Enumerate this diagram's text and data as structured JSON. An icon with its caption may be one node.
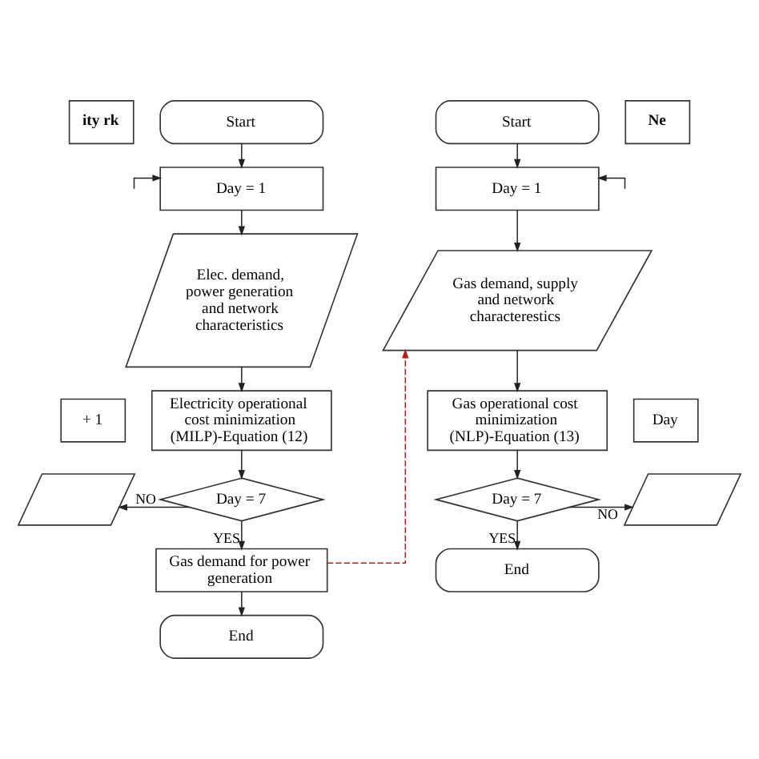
{
  "diagram": {
    "nodes": [
      {
        "text": [
          "ity rk"
        ]
      },
      {
        "text": [
          "Start"
        ]
      },
      {
        "text": [
          "Day = 1"
        ]
      },
      {
        "text": [
          "Elec. demand, power generation and network characteristics"
        ]
      },
      {
        "text": [
          "+ 1"
        ]
      },
      {
        "text": [
          "Electricity operational cost minimization (MILP)-Equation (12)"
        ]
      },
      {
        "text": [],
        "shape": "parallelogram"
      },
      {
        "text": [
          "Day = 7"
        ]
      },
      {
        "text": [
          "Gas demand for power generation"
        ]
      },
      {
        "text": [
          "End"
        ]
      },
      {
        "text": [
          "Start"
        ]
      },
      {
        "text": [
          "Ne"
        ]
      },
      {
        "text": [
          "Day = 1"
        ]
      },
      {
        "text": [
          "Gas demand, supply and network characterestics"
        ]
      },
      {
        "text": [
          "Gas operational cost minimization (NLP)-Equation (13)"
        ]
      },
      {
        "text": [
          "Day"
        ]
      },
      {
        "text": [
          "Day = 7"
        ]
      },
      {
        "text": [],
        "shape": "parallelogram"
      },
      {
        "text": [
          "End"
        ]
      }
    ],
    "edges": [
      {
        "from": 1,
        "to": 2,
        "arrow": "to"
      },
      {
        "from": null,
        "to": 2,
        "arrow": "to"
      },
      {
        "from": 2,
        "to": 3,
        "arrow": "to"
      },
      {
        "from": 3,
        "to": 5,
        "arrow": "to"
      },
      {
        "from": 5,
        "to": 7,
        "arrow": "to"
      },
      {
        "from": 7,
        "to": 6,
        "arrow": "to",
        "label": "NO"
      },
      {
        "from": 7,
        "to": 8,
        "arrow": "to",
        "label": "YES"
      },
      {
        "from": 8,
        "to": 9,
        "arrow": "to"
      },
      {
        "from": 8,
        "to": 13,
        "arrow": "to",
        "style": "dashed",
        "color": "#b01e1e"
      },
      {
        "from": 10,
        "to": 12,
        "arrow": "to"
      },
      {
        "from": null,
        "to": 12,
        "arrow": "to"
      },
      {
        "from": 12,
        "to": 13,
        "arrow": "to"
      },
      {
        "from": 13,
        "to": 14,
        "arrow": "to"
      },
      {
        "from": 14,
        "to": 16,
        "arrow": "to"
      },
      {
        "from": 16,
        "to": 18,
        "arrow": "to",
        "label": "YES"
      },
      {
        "from": 16,
        "to": 17,
        "arrow": "to",
        "label": "NO"
      }
    ]
  }
}
